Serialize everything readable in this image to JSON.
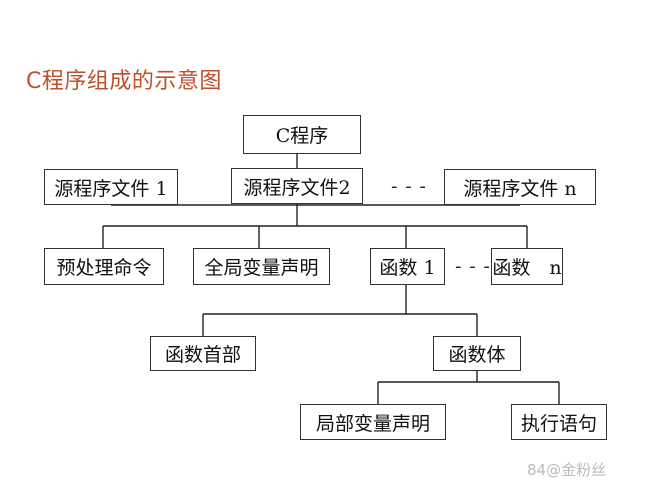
{
  "title": "C程序组成的示意图",
  "nodes": {
    "root": "C程序",
    "src1": "源程序文件 1",
    "src2": "源程序文件2",
    "srcn": "源程序文件 n",
    "preproc": "预处理命令",
    "globaldecl": "全局变量声明",
    "func1": "函数 1",
    "funcn": "函数　n",
    "funchead": "函数首部",
    "funcbody": "函数体",
    "localdecl": "局部变量声明",
    "stmts": "执行语句"
  },
  "ellipsis": "- - -",
  "ellipsis2": "- - -",
  "watermark": "84@金粉丝"
}
